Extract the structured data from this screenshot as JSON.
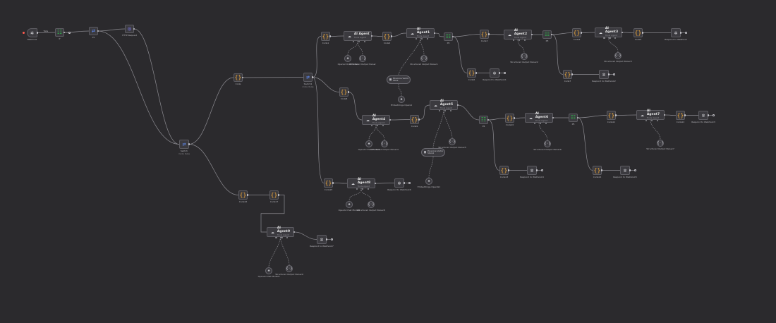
{
  "nodes": [
    {
      "id": "trigger",
      "kind": "trigger",
      "icon": "webhook-icon",
      "label": "Webhook"
    },
    {
      "id": "sheet-a",
      "kind": "node",
      "icon": "sheet-icon",
      "label": "If"
    },
    {
      "id": "switch-1",
      "kind": "node",
      "icon": "switch-icon",
      "label": "If1"
    },
    {
      "id": "http-1",
      "kind": "node",
      "icon": "http-icon",
      "label": "HTTP Request"
    },
    {
      "id": "code-main",
      "kind": "node",
      "icon": "code-icon",
      "label": "Code"
    },
    {
      "id": "switch-hub",
      "kind": "node",
      "icon": "switch-icon",
      "label": "Switch",
      "sub": "mode: Rules"
    },
    {
      "id": "switch-top",
      "kind": "node",
      "icon": "switch-icon",
      "label": "Switch1",
      "sub": "mode: Rules"
    },
    {
      "id": "c-a1",
      "kind": "node",
      "icon": "code-icon",
      "label": "Code1"
    },
    {
      "id": "ag-a1",
      "kind": "agent",
      "icon": "agent-icon",
      "title": "AI Agent",
      "sub": "Tools Agent"
    },
    {
      "id": "c-a2",
      "kind": "node",
      "icon": "code-icon",
      "label": "Code2"
    },
    {
      "id": "ag-a2",
      "kind": "agent",
      "icon": "agent-icon",
      "title": "AI Agent1",
      "sub": "Tools Agent"
    },
    {
      "id": "if-a",
      "kind": "node",
      "icon": "if-icon",
      "label": "If2"
    },
    {
      "id": "c-a3",
      "kind": "node",
      "icon": "code-icon",
      "label": "Code3"
    },
    {
      "id": "ag-a3",
      "kind": "agent",
      "icon": "agent-icon",
      "title": "AI Agent2",
      "sub": "Tools Agent"
    },
    {
      "id": "if-b",
      "kind": "node",
      "icon": "if-icon",
      "label": "If3"
    },
    {
      "id": "c-a4",
      "kind": "node",
      "icon": "code-icon",
      "label": "Code4"
    },
    {
      "id": "ag-a4",
      "kind": "agent",
      "icon": "agent-icon",
      "title": "AI Agent3",
      "sub": "Tools Agent"
    },
    {
      "id": "c-a5",
      "kind": "node",
      "icon": "code-icon",
      "label": "Code5"
    },
    {
      "id": "resp-a",
      "kind": "node",
      "icon": "respond-icon",
      "label": "Respond to Webhook"
    },
    {
      "id": "c-a6",
      "kind": "node",
      "icon": "code-icon",
      "label": "Code6"
    },
    {
      "id": "resp-a2",
      "kind": "node",
      "icon": "respond-icon",
      "label": "Respond to Webhook1"
    },
    {
      "id": "c-a7",
      "kind": "node",
      "icon": "code-icon",
      "label": "Code7"
    },
    {
      "id": "resp-a3",
      "kind": "node",
      "icon": "respond-icon",
      "label": "Respond to Webhook2"
    },
    {
      "id": "c-b1",
      "kind": "node",
      "icon": "code-icon",
      "label": "Code8"
    },
    {
      "id": "ag-b1",
      "kind": "agent",
      "icon": "agent-icon",
      "title": "AI Agent4",
      "sub": "Tools Agent"
    },
    {
      "id": "c-b2",
      "kind": "node",
      "icon": "code-icon",
      "label": "Code9"
    },
    {
      "id": "ag-b2",
      "kind": "agent",
      "icon": "agent-icon",
      "title": "AI Agent5",
      "sub": "Tools Agent"
    },
    {
      "id": "if-c",
      "kind": "node",
      "icon": "if-icon",
      "label": "If4"
    },
    {
      "id": "c-b3",
      "kind": "node",
      "icon": "code-icon",
      "label": "Code10"
    },
    {
      "id": "ag-b3",
      "kind": "agent",
      "icon": "agent-icon",
      "title": "AI Agent6",
      "sub": "Tools Agent"
    },
    {
      "id": "if-d",
      "kind": "node",
      "icon": "if-icon",
      "label": "If5"
    },
    {
      "id": "c-b4",
      "kind": "node",
      "icon": "code-icon",
      "label": "Code11"
    },
    {
      "id": "ag-b4",
      "kind": "agent",
      "icon": "agent-icon",
      "title": "AI Agent7",
      "sub": "Tools Agent"
    },
    {
      "id": "c-b5",
      "kind": "node",
      "icon": "code-icon",
      "label": "Code12"
    },
    {
      "id": "resp-b",
      "kind": "node",
      "icon": "respond-icon",
      "label": "Respond to Webhook3"
    },
    {
      "id": "c-b6",
      "kind": "node",
      "icon": "code-icon",
      "label": "Code13"
    },
    {
      "id": "resp-b2",
      "kind": "node",
      "icon": "respond-icon",
      "label": "Respond to Webhook4"
    },
    {
      "id": "c-b7",
      "kind": "node",
      "icon": "code-icon",
      "label": "Code14"
    },
    {
      "id": "resp-b3",
      "kind": "node",
      "icon": "respond-icon",
      "label": "Respond to Webhook5"
    },
    {
      "id": "c-c1",
      "kind": "node",
      "icon": "code-icon",
      "label": "Code15"
    },
    {
      "id": "ag-c1",
      "kind": "agent",
      "icon": "agent-icon",
      "title": "AI Agent8",
      "sub": "Tools Agent"
    },
    {
      "id": "resp-c",
      "kind": "node",
      "icon": "respond-icon",
      "label": "Respond to Webhook6"
    },
    {
      "id": "c-d1",
      "kind": "node",
      "icon": "code-icon",
      "label": "Code16"
    },
    {
      "id": "c-d2",
      "kind": "node",
      "icon": "code-icon",
      "label": "Code17"
    },
    {
      "id": "ag-d1",
      "kind": "agent",
      "icon": "agent-icon",
      "title": "AI Agent9",
      "sub": "Tools Agent"
    },
    {
      "id": "resp-d",
      "kind": "node",
      "icon": "respond-icon",
      "label": "Respond to Webhook7"
    }
  ],
  "subs": [
    {
      "id": "s-a1-model",
      "icon": "openai-icon",
      "label": "OpenAI Chat Model"
    },
    {
      "id": "s-a1-parser",
      "icon": "parser-icon",
      "label": "Structured Output Parser"
    },
    {
      "id": "s-a2-parser",
      "icon": "parser-icon",
      "label": "Structured Output Parser1"
    },
    {
      "id": "s-a3-parser",
      "icon": "parser-icon",
      "label": "Structured Output Parser2"
    },
    {
      "id": "s-a4-parser",
      "icon": "parser-icon",
      "label": "Structured Output Parser3"
    },
    {
      "id": "s-vector-a",
      "kind": "pill",
      "icon": "vector-icon",
      "label": "Pinecone Vector Store"
    },
    {
      "id": "s-emb-a",
      "icon": "openai-icon",
      "label": "Embeddings OpenAI"
    },
    {
      "id": "s-b1-model",
      "icon": "openai-icon",
      "label": "OpenAI Chat Model1"
    },
    {
      "id": "s-b1-parser",
      "icon": "parser-icon",
      "label": "Structured Output Parser4"
    },
    {
      "id": "s-b2-parser",
      "icon": "parser-icon",
      "label": "Structured Output Parser5"
    },
    {
      "id": "s-vector-b",
      "kind": "pill",
      "icon": "vector-icon",
      "label": "Pinecone Vector Store1"
    },
    {
      "id": "s-emb-b",
      "icon": "openai-icon",
      "label": "Embeddings OpenAI1"
    },
    {
      "id": "s-b3-parser",
      "icon": "parser-icon",
      "label": "Structured Output Parser6"
    },
    {
      "id": "s-b4-parser",
      "icon": "parser-icon",
      "label": "Structured Output Parser7"
    },
    {
      "id": "s-c1-model",
      "icon": "openai-icon",
      "label": "OpenAI Chat Model2"
    },
    {
      "id": "s-c1-parser",
      "icon": "parser-icon",
      "label": "Structured Output Parser8"
    },
    {
      "id": "s-d1-model",
      "icon": "openai-icon",
      "label": "OpenAI Chat Model3"
    },
    {
      "id": "s-d1-parser",
      "icon": "parser-icon",
      "label": "Structured Output Parser9"
    }
  ],
  "edges": [
    [
      "trigger",
      "sheet-a"
    ],
    [
      "sheet-a",
      "switch-1"
    ],
    [
      "switch-1",
      "http-1"
    ],
    [
      "switch-1",
      "switch-hub"
    ],
    [
      "http-1",
      "switch-hub"
    ],
    [
      "switch-hub",
      "code-main"
    ],
    [
      "code-main",
      "switch-top"
    ],
    [
      "switch-hub",
      "c-d1"
    ],
    [
      "switch-top",
      "c-a1"
    ],
    [
      "c-a1",
      "ag-a1"
    ],
    [
      "ag-a1",
      "c-a2"
    ],
    [
      "c-a2",
      "ag-a2"
    ],
    [
      "ag-a2",
      "if-a"
    ],
    [
      "if-a",
      "c-a3"
    ],
    [
      "c-a3",
      "ag-a3"
    ],
    [
      "ag-a3",
      "if-b"
    ],
    [
      "if-b",
      "c-a4"
    ],
    [
      "c-a4",
      "ag-a4"
    ],
    [
      "ag-a4",
      "c-a5"
    ],
    [
      "c-a5",
      "resp-a"
    ],
    [
      "if-a",
      "c-a6"
    ],
    [
      "c-a6",
      "resp-a2"
    ],
    [
      "if-b",
      "c-a7"
    ],
    [
      "c-a7",
      "resp-a3"
    ],
    [
      "switch-top",
      "c-b1"
    ],
    [
      "c-b1",
      "ag-b1"
    ],
    [
      "ag-b1",
      "c-b2"
    ],
    [
      "c-b2",
      "ag-b2"
    ],
    [
      "ag-b2",
      "if-c"
    ],
    [
      "if-c",
      "c-b3"
    ],
    [
      "c-b3",
      "ag-b3"
    ],
    [
      "ag-b3",
      "if-d"
    ],
    [
      "if-d",
      "c-b4"
    ],
    [
      "c-b4",
      "ag-b4"
    ],
    [
      "ag-b4",
      "c-b5"
    ],
    [
      "c-b5",
      "resp-b"
    ],
    [
      "if-c",
      "c-b6"
    ],
    [
      "c-b6",
      "resp-b2"
    ],
    [
      "if-d",
      "c-b7"
    ],
    [
      "c-b7",
      "resp-b3"
    ],
    [
      "switch-top",
      "c-c1"
    ],
    [
      "c-c1",
      "ag-c1"
    ],
    [
      "ag-c1",
      "resp-c"
    ],
    [
      "c-d1",
      "c-d2"
    ],
    [
      "c-d2",
      "ag-d1"
    ],
    [
      "ag-d1",
      "resp-d"
    ]
  ],
  "attach": [
    [
      "ag-a1",
      "s-a1-model"
    ],
    [
      "ag-a1",
      "s-a1-parser"
    ],
    [
      "ag-a2",
      "s-a2-parser"
    ],
    [
      "ag-a2",
      "s-vector-a"
    ],
    [
      "s-vector-a",
      "s-emb-a"
    ],
    [
      "ag-a3",
      "s-a3-parser"
    ],
    [
      "ag-a4",
      "s-a4-parser"
    ],
    [
      "ag-b1",
      "s-b1-model"
    ],
    [
      "ag-b1",
      "s-b1-parser"
    ],
    [
      "ag-b2",
      "s-b2-parser"
    ],
    [
      "ag-b2",
      "s-vector-b"
    ],
    [
      "s-vector-b",
      "s-emb-b"
    ],
    [
      "ag-b3",
      "s-b3-parser"
    ],
    [
      "ag-b4",
      "s-b4-parser"
    ],
    [
      "ag-c1",
      "s-c1-model"
    ],
    [
      "ag-c1",
      "s-c1-parser"
    ],
    [
      "ag-d1",
      "s-d1-model"
    ],
    [
      "ag-d1",
      "s-d1-parser"
    ]
  ],
  "ends": [
    "sheet-a",
    "resp-a",
    "resp-a2",
    "resp-a3",
    "resp-b",
    "resp-b2",
    "resp-b3",
    "resp-c",
    "resp-d"
  ],
  "edge_label": {
    "from": "trigger",
    "to": "sheet-a",
    "text": "Tabs"
  },
  "colors": {
    "canvas": "#2b2a2d",
    "node_bg": "#3b3a3f",
    "node_border": "#5d5c62",
    "wire": "#8c8b91",
    "trigger_icon": "#e0e0e4",
    "code_icon": "#f0a93a",
    "sheet_icon": "#2fb34a",
    "switch_icon": "#5f8cf5",
    "http_icon": "#7d79f0",
    "agent_icon": "#d8d8dc",
    "respond_icon": "#d8d8dc",
    "if_icon": "#2fb34a",
    "trigger_dot": "#ff5a4f"
  }
}
